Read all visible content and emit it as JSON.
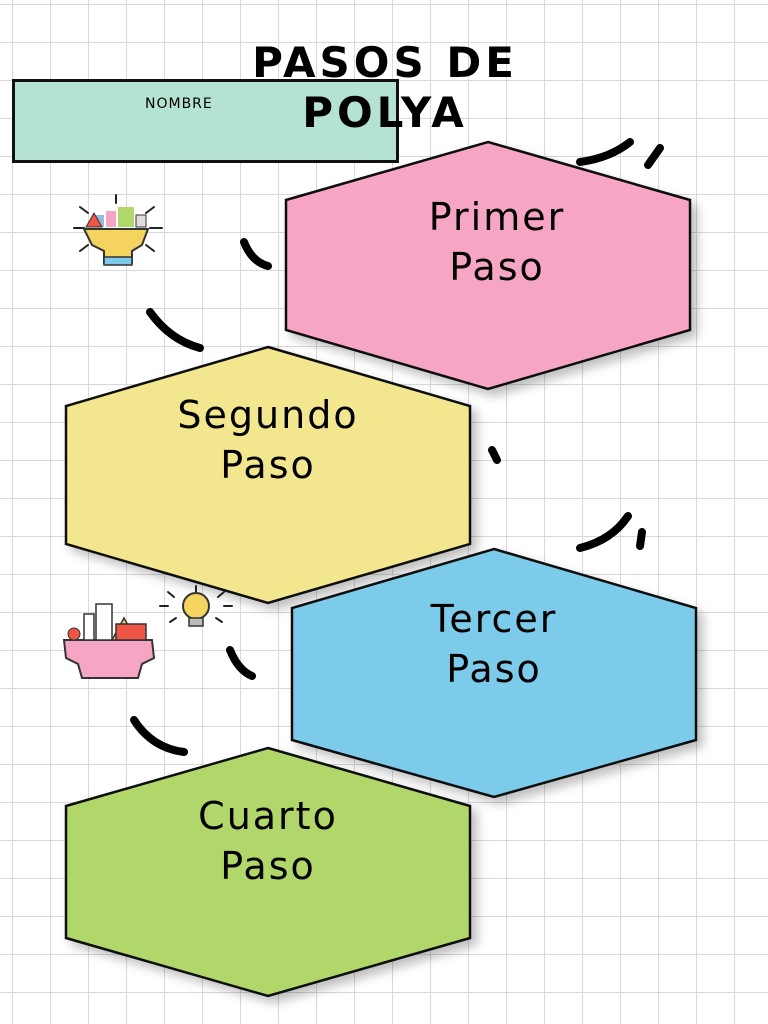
{
  "title": "PASOS  DE\nPOLYA",
  "name_label": "NOMBRE",
  "steps": [
    {
      "line1": "Primer",
      "line2": "Paso",
      "color": "#f6a5c4"
    },
    {
      "line1": "Segundo",
      "line2": "Paso",
      "color": "#f2e68f"
    },
    {
      "line1": "Tercer",
      "line2": "Paso",
      "color": "#7dcbea"
    },
    {
      "line1": "Cuarto",
      "line2": "Paso",
      "color": "#b1d66a"
    }
  ],
  "icons": [
    "lightbulb-head-icon",
    "lightbulb-icon",
    "head-thinking-icon"
  ]
}
